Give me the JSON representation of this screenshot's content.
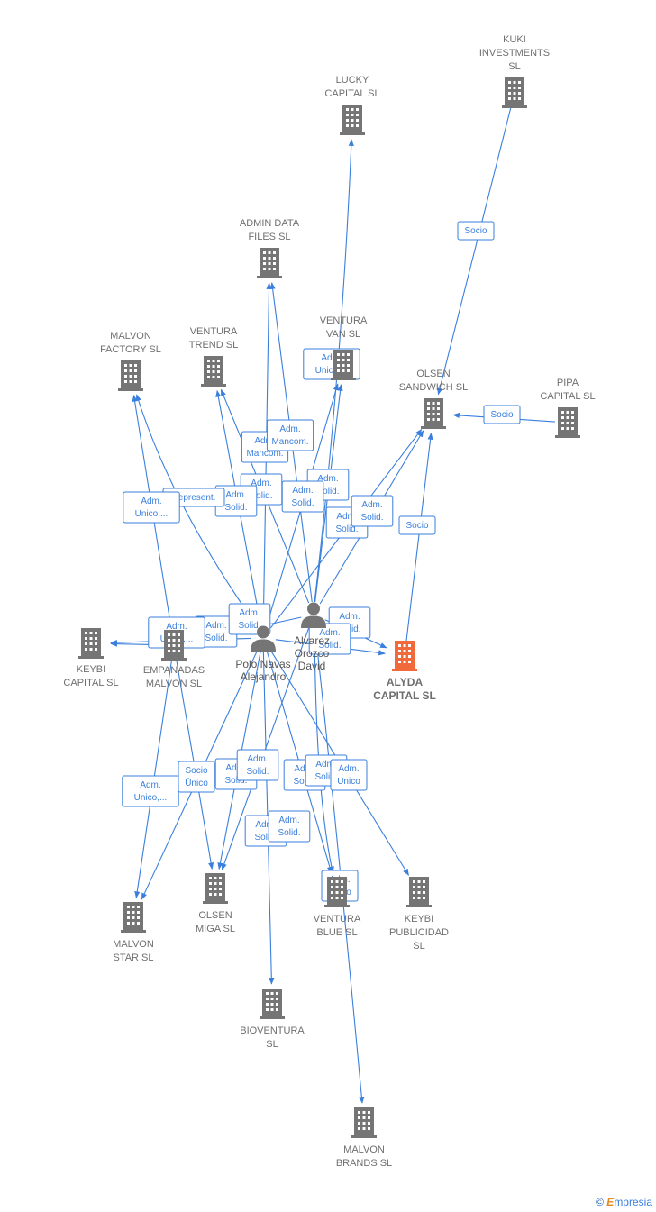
{
  "colors": {
    "edge": "#3a7fdc",
    "company": "#757575",
    "focus": "#f06a3c",
    "person": "#757575"
  },
  "companies": [
    {
      "id": "kuki",
      "label": [
        "KUKI",
        "INVESTMENTS",
        "SL"
      ],
      "icon": "building-icon"
    },
    {
      "id": "lucky",
      "label": [
        "LUCKY",
        "CAPITAL  SL"
      ],
      "icon": "building-icon"
    },
    {
      "id": "admin",
      "label": [
        "ADMIN DATA",
        "FILES  SL"
      ],
      "icon": "building-icon"
    },
    {
      "id": "ventura_van",
      "label": [
        "VENTURA",
        "VAN  SL"
      ],
      "icon": "building-icon"
    },
    {
      "id": "malvon_factory",
      "label": [
        "MALVON",
        "FACTORY  SL"
      ],
      "icon": "building-icon"
    },
    {
      "id": "ventura_trend",
      "label": [
        "VENTURA",
        "TREND  SL"
      ],
      "icon": "building-icon"
    },
    {
      "id": "olsen_sandwich",
      "label": [
        "OLSEN",
        "SANDWICH  SL"
      ],
      "icon": "building-icon"
    },
    {
      "id": "pipa",
      "label": [
        "PIPA",
        "CAPITAL  SL"
      ],
      "icon": "building-icon"
    },
    {
      "id": "keybi_capital",
      "label": [
        "KEYBI",
        "CAPITAL  SL"
      ],
      "icon": "building-icon"
    },
    {
      "id": "empanadas",
      "label": [
        "EMPANADAS",
        "MALVON  SL"
      ],
      "icon": "building-icon"
    },
    {
      "id": "alyda",
      "label": [
        "ALYDA",
        "CAPITAL  SL"
      ],
      "icon": "building-icon",
      "focus": true
    },
    {
      "id": "malvon_star",
      "label": [
        "MALVON",
        "STAR  SL"
      ],
      "icon": "building-icon"
    },
    {
      "id": "olsen_miga",
      "label": [
        "OLSEN",
        "MIGA  SL"
      ],
      "icon": "building-icon"
    },
    {
      "id": "ventura_blue",
      "label": [
        "VENTURA",
        "BLUE  SL"
      ],
      "icon": "building-icon"
    },
    {
      "id": "keybi_publicidad",
      "label": [
        "KEYBI",
        "PUBLICIDAD",
        "SL"
      ],
      "icon": "building-icon"
    },
    {
      "id": "bioventura",
      "label": [
        "BIOVENTURA",
        "SL"
      ],
      "icon": "building-icon"
    },
    {
      "id": "malvon_brands",
      "label": [
        "MALVON",
        "BRANDS  SL"
      ],
      "icon": "building-icon"
    }
  ],
  "persons": [
    {
      "id": "polo",
      "label": [
        "Polo Navas",
        "Alejandro"
      ],
      "icon": "person-icon"
    },
    {
      "id": "alvarez",
      "label": [
        "Alvarez",
        "Orozco",
        "David"
      ],
      "icon": "person-icon"
    }
  ],
  "relations": [
    {
      "from": "kuki",
      "to": "olsen_sandwich",
      "label": [
        "Socio"
      ]
    },
    {
      "from": "pipa",
      "to": "olsen_sandwich",
      "label": [
        "Socio"
      ]
    },
    {
      "from": "alyda",
      "to": "olsen_sandwich",
      "label": [
        "Socio"
      ]
    },
    {
      "from": "alvarez",
      "to": "lucky",
      "label": [
        "Adm.",
        "Unico,..."
      ]
    },
    {
      "from": "polo",
      "to": "admin",
      "label": [
        "Adm.",
        "Mancom."
      ]
    },
    {
      "from": "alvarez",
      "to": "admin",
      "label": [
        "Adm.",
        "Mancom."
      ]
    },
    {
      "from": "polo",
      "to": "ventura_van",
      "label": [
        "Adm.",
        "Solid."
      ]
    },
    {
      "from": "alvarez",
      "to": "ventura_van",
      "label": [
        "Adm.",
        "Solid."
      ]
    },
    {
      "from": "polo",
      "to": "ventura_trend",
      "label": [
        "Adm.",
        "Solid."
      ]
    },
    {
      "from": "alvarez",
      "to": "ventura_trend",
      "label": [
        "Adm.",
        "Solid."
      ]
    },
    {
      "from": "polo",
      "to": "malvon_factory",
      "label": [
        "Represent."
      ]
    },
    {
      "from": "empanadas",
      "to": "malvon_factory",
      "label": [
        "Adm.",
        "Unico,..."
      ]
    },
    {
      "from": "polo",
      "to": "olsen_sandwich",
      "label": [
        "Adm.",
        "Solid."
      ]
    },
    {
      "from": "alvarez",
      "to": "olsen_sandwich",
      "label": [
        "Adm.",
        "Solid."
      ]
    },
    {
      "from": "polo",
      "to": "keybi_capital",
      "label": [
        "Adm.",
        "Solid."
      ]
    },
    {
      "from": "alvarez",
      "to": "empanadas",
      "label": [
        "Adm.",
        "Solid."
      ]
    },
    {
      "from": "empanadas",
      "to": "keybi_capital",
      "label": [
        "Adm.",
        "Unico,..."
      ]
    },
    {
      "from": "alvarez",
      "to": "alyda",
      "label": [
        "Adm.",
        "Solid."
      ]
    },
    {
      "from": "polo",
      "to": "alyda",
      "label": [
        "Adm.",
        "Solid."
      ]
    },
    {
      "from": "empanadas",
      "to": "malvon_star",
      "label": [
        "Adm.",
        "Unico,..."
      ]
    },
    {
      "from": "polo",
      "to": "malvon_star",
      "label": [
        "Socio",
        "Único"
      ]
    },
    {
      "from": "empanadas",
      "to": "olsen_miga",
      "label": [
        "Adm.",
        "Solid."
      ]
    },
    {
      "from": "polo",
      "to": "olsen_miga",
      "label": [
        "Adm.",
        "Solid."
      ]
    },
    {
      "from": "alvarez",
      "to": "olsen_miga",
      "label": [
        "Adm.",
        "Solid."
      ]
    },
    {
      "from": "polo",
      "to": "bioventura",
      "label": [
        "Adm.",
        "Solid."
      ]
    },
    {
      "from": "polo",
      "to": "ventura_blue",
      "label": [
        "Adm.",
        "Solid."
      ]
    },
    {
      "from": "alvarez",
      "to": "ventura_blue",
      "label": [
        "Adm.",
        "Solid."
      ]
    },
    {
      "from": "polo",
      "to": "keybi_publicidad",
      "label": [
        "Adm.",
        "Unico"
      ]
    },
    {
      "from": "alvarez",
      "to": "malvon_brands",
      "label": [
        "Adm.",
        "Unico"
      ]
    }
  ],
  "brand": {
    "copyright": "©",
    "initial": "E",
    "name": "mpresia"
  }
}
